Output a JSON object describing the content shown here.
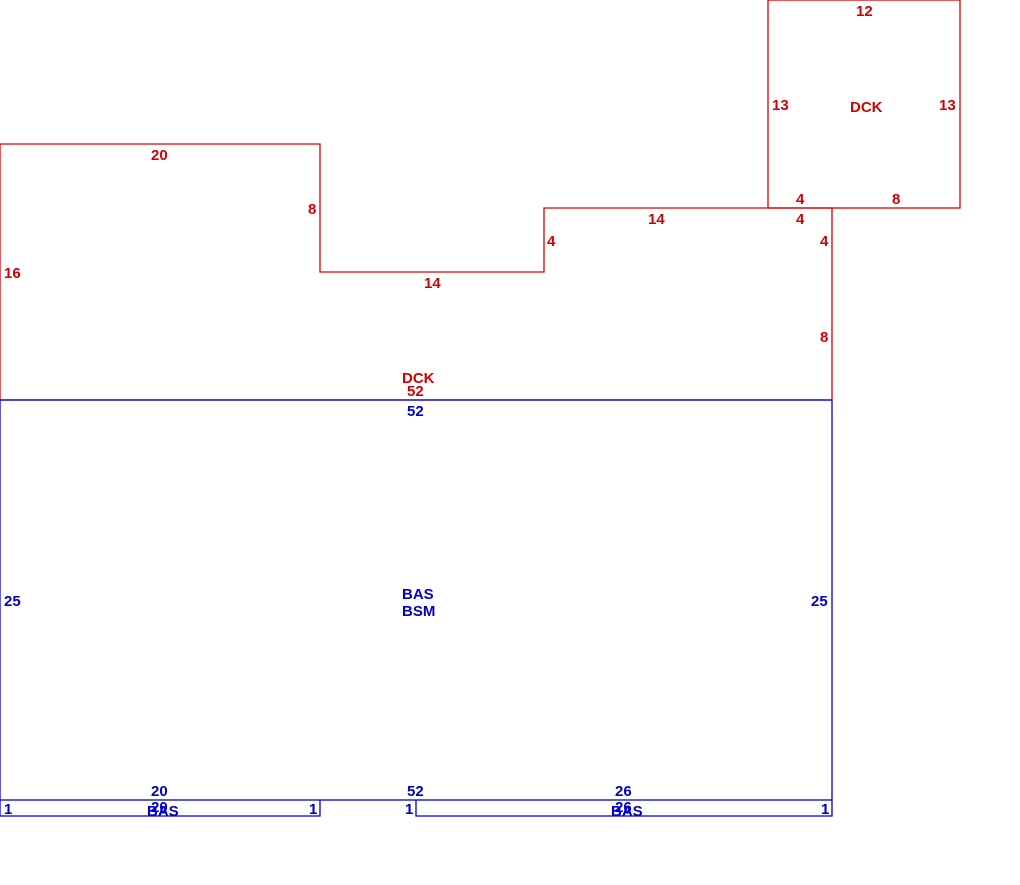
{
  "colors": {
    "dck": "#d40000",
    "bas": "#0000c8",
    "background": "#ffffff"
  },
  "areas": {
    "dck_main": {
      "code": "DCK"
    },
    "dck_small": {
      "code": "DCK"
    },
    "bas_main": {
      "code": "BAS",
      "subcode": "BSM"
    },
    "bas_strip_left": {
      "code": "BAS"
    },
    "bas_strip_right": {
      "code": "BAS"
    }
  },
  "dimensions": {
    "dck_main": {
      "top": "20",
      "left": "16",
      "step1_drop": "8",
      "notch": "14",
      "step2_rise": "4",
      "upper_right": "14",
      "right_upper": "4",
      "right_lower": "8",
      "bottom": "52",
      "corner": "4"
    },
    "dck_small": {
      "top": "12",
      "left": "13",
      "right": "13",
      "bottom_left": "4",
      "bottom_right": "8"
    },
    "bas_main": {
      "top": "52",
      "left": "25",
      "right": "25",
      "bottom": "52"
    },
    "bas_strip_left": {
      "top": "20",
      "bottom": "20",
      "left": "1",
      "right": "1"
    },
    "bas_strip_right": {
      "top": "26",
      "bottom": "26",
      "left": "1",
      "right": "1"
    }
  }
}
